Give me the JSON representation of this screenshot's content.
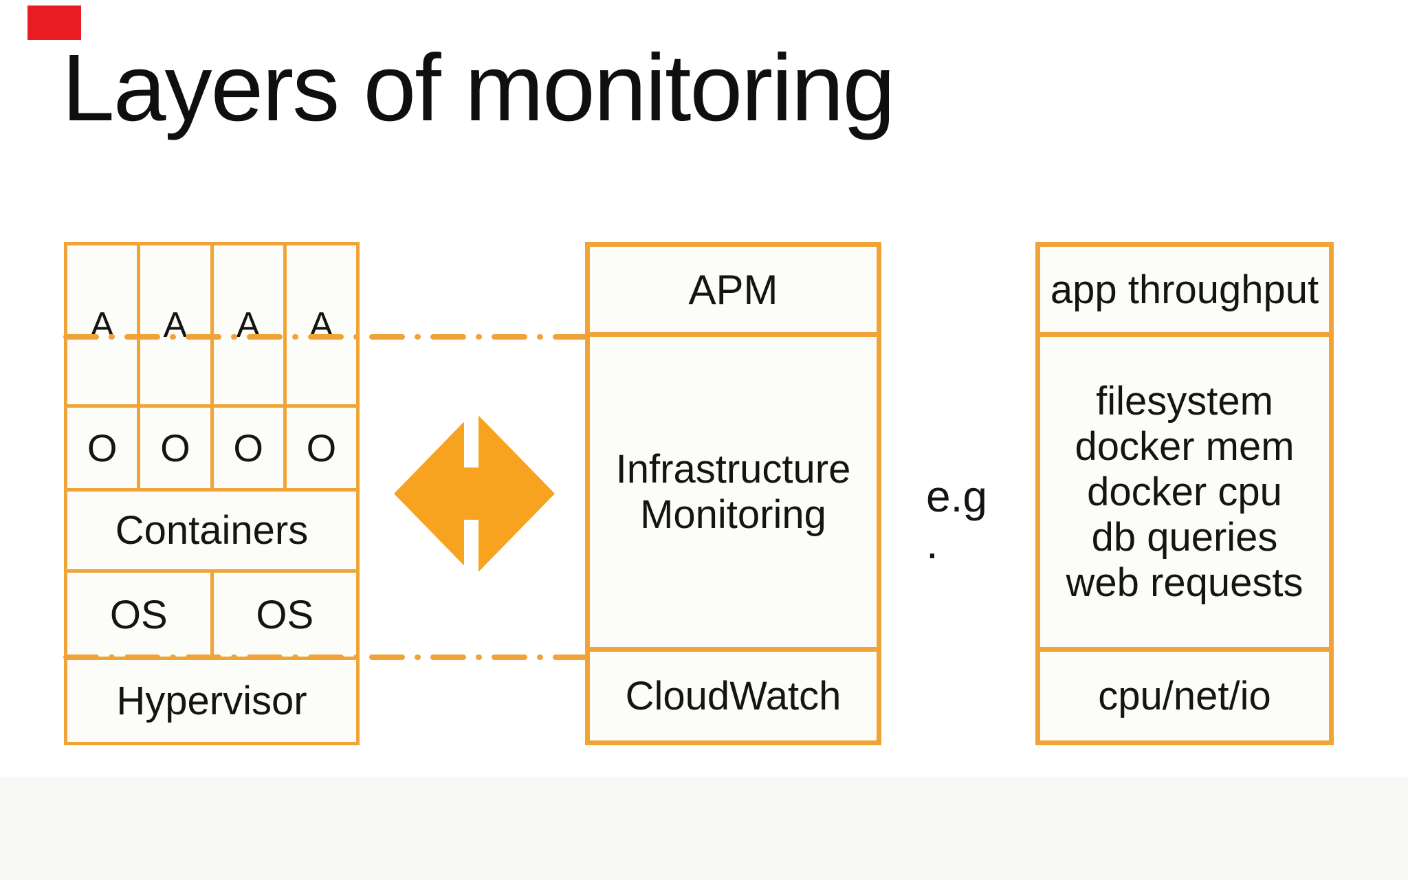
{
  "slide": {
    "title": "Layers of monitoring",
    "colors": {
      "accent_orange_border": "#f0a437",
      "arrow_orange": "#f7a320",
      "red_marker": "#e91c21",
      "box_fill": "#fcfcf9",
      "text": "#141414",
      "background": "#ffffff"
    }
  },
  "stack": {
    "app_cells": [
      "A",
      "A",
      "A",
      "A"
    ],
    "process_cells": [
      "O",
      "O",
      "O",
      "O"
    ],
    "containers_label": "Containers",
    "os_cells": [
      "OS",
      "OS"
    ],
    "hypervisor_label": "Hypervisor"
  },
  "monitoring_box": {
    "apm_label": "APM",
    "infrastructure_lines": [
      "Infrastructure",
      "Monitoring"
    ],
    "cloudwatch_label": "CloudWatch"
  },
  "eg_note": {
    "lines": [
      "e.g",
      "."
    ]
  },
  "examples_box": {
    "app_throughput_label": "app throughput",
    "infrastructure_examples": [
      "filesystem",
      "docker mem",
      "docker cpu",
      "db queries",
      "web requests"
    ],
    "cloudwatch_example_label": "cpu/net/io"
  }
}
